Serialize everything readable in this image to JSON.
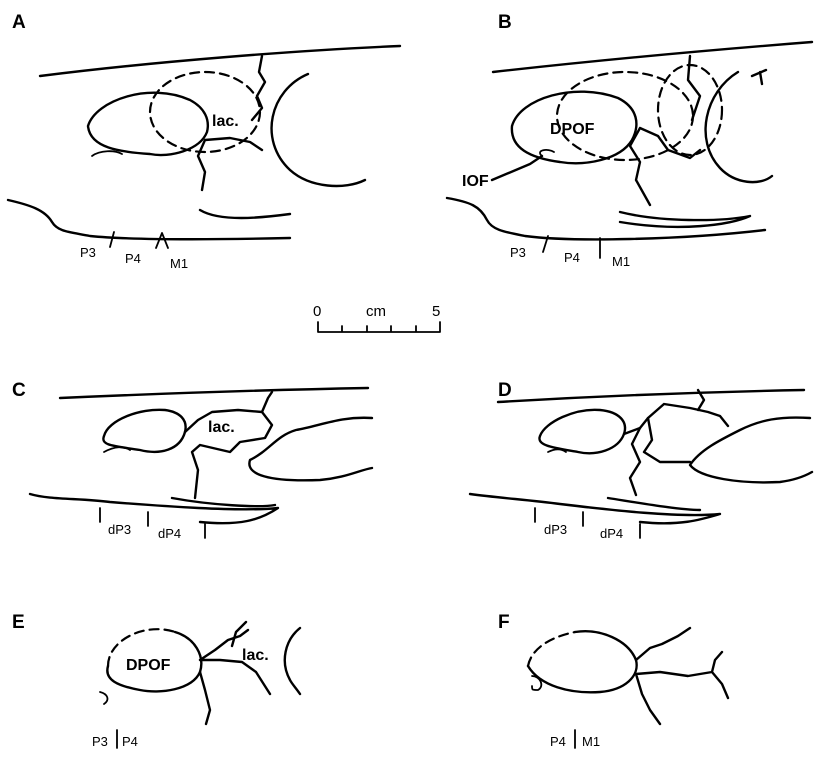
{
  "figure": {
    "panels": [
      {
        "letter": "A",
        "labels": {
          "lac": "lac."
        },
        "teeth": [
          "P3",
          "P4",
          "M1"
        ]
      },
      {
        "letter": "B",
        "labels": {
          "dpof": "DPOF",
          "iof": "IOF"
        },
        "teeth": [
          "P3",
          "P4",
          "M1"
        ]
      },
      {
        "letter": "C",
        "labels": {
          "lac": "lac."
        },
        "teeth": [
          "dP3",
          "dP4"
        ]
      },
      {
        "letter": "D",
        "labels": {},
        "teeth": [
          "dP3",
          "dP4"
        ]
      },
      {
        "letter": "E",
        "labels": {
          "dpof": "DPOF",
          "lac": "lac."
        },
        "teeth": [
          "P3",
          "P4"
        ]
      },
      {
        "letter": "F",
        "labels": {},
        "teeth": [
          "P4",
          "M1"
        ]
      }
    ],
    "scale_bar": {
      "start": "0",
      "unit": "cm",
      "end": "5"
    }
  }
}
